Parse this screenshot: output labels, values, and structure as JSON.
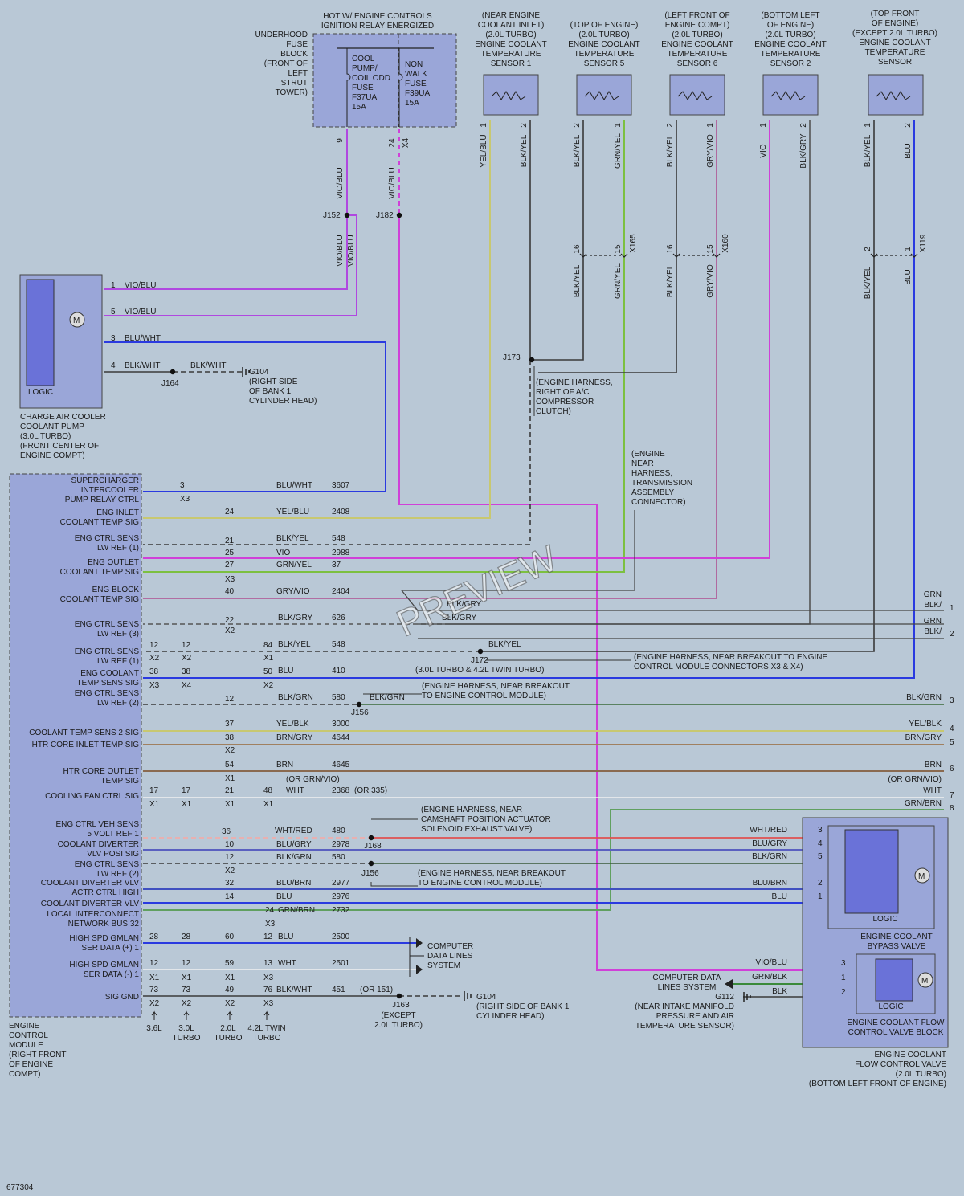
{
  "fuse_block": {
    "header": [
      "HOT W/ ENGINE CONTROLS",
      "IGNITION RELAY ENERGIZED"
    ],
    "location": [
      "UNDERHOOD",
      "FUSE",
      "BLOCK",
      "(FRONT OF",
      "LEFT",
      "STRUT",
      "TOWER)"
    ],
    "fuse1": [
      "COOL",
      "PUMP/",
      "COIL ODD",
      "FUSE",
      "F37UA",
      "15A"
    ],
    "fuse2": [
      "NON",
      "WALK",
      "FUSE",
      "F39UA",
      "15A"
    ],
    "pin9": "9",
    "pin24": "24",
    "conn_x4": "X4",
    "wire1": "VIO/BLU",
    "wire2": "VIO/BLU"
  },
  "splices": {
    "j152": "J152",
    "j182": "J182",
    "j173": "J173",
    "j164": "J164",
    "j172": "J172",
    "j156a": "J156",
    "j168": "J168",
    "j156b": "J156",
    "j163": "J163"
  },
  "sensors": [
    {
      "desc": [
        "(NEAR ENGINE",
        "COOLANT INLET)",
        "(2.0L TURBO)",
        "ENGINE COOLANT",
        "TEMPERATURE",
        "SENSOR 1"
      ],
      "pins": [
        "1",
        "2"
      ],
      "wires": [
        "YEL/BLU",
        "BLK/YEL"
      ]
    },
    {
      "desc": [
        "(TOP OF ENGINE)",
        "(2.0L TURBO)",
        "ENGINE COOLANT",
        "TEMPERATURE",
        "SENSOR 5"
      ],
      "pins": [
        "2",
        "1"
      ],
      "wires": [
        "BLK/YEL",
        "GRN/YEL"
      ]
    },
    {
      "desc": [
        "(LEFT FRONT OF",
        "ENGINE COMPT)",
        "(2.0L TURBO)",
        "ENGINE COOLANT",
        "TEMPERATURE",
        "SENSOR 6"
      ],
      "pins": [
        "2",
        "1"
      ],
      "wires": [
        "BLK/YEL",
        "GRY/VIO"
      ]
    },
    {
      "desc": [
        "(BOTTOM LEFT",
        "OF ENGINE)",
        "(2.0L TURBO)",
        "ENGINE COOLANT",
        "TEMPERATURE",
        "SENSOR 2"
      ],
      "pins": [
        "1",
        "2"
      ],
      "wires": [
        "VIO",
        "BLK/GRY"
      ]
    },
    {
      "desc": [
        "(TOP FRONT",
        "OF ENGINE)",
        "(EXCEPT 2.0L TURBO)",
        "ENGINE COOLANT",
        "TEMPERATURE",
        "SENSOR"
      ],
      "pins": [
        "1",
        "2"
      ],
      "wires": [
        "BLK/YEL",
        "BLU"
      ]
    }
  ],
  "inline_connectors": {
    "x165": {
      "name": "X165",
      "pins": [
        "16",
        "15"
      ],
      "wires": [
        "BLK/YEL",
        "GRN/YEL"
      ]
    },
    "x160": {
      "name": "X160",
      "pins": [
        "16",
        "15"
      ],
      "wires": [
        "BLK/YEL",
        "GRY/VIO"
      ]
    },
    "x119": {
      "name": "X119",
      "pins": [
        "2",
        "1"
      ],
      "wires": [
        "BLK/YEL",
        "BLU"
      ]
    }
  },
  "pump": {
    "pins": [
      "1",
      "5",
      "3",
      "4"
    ],
    "wires": [
      "VIO/BLU",
      "VIO/BLU",
      "BLU/WHT",
      "BLK/WHT"
    ],
    "ground_wire": "BLK/WHT",
    "logic": "LOGIC",
    "motor": "M",
    "name": [
      "CHARGE AIR COOLER",
      "COOLANT PUMP",
      "(3.0L TURBO)",
      "(FRONT CENTER OF",
      "ENGINE COMPT)"
    ],
    "ground": [
      "G104",
      "(RIGHT SIDE",
      "OF BANK 1",
      "CYLINDER HEAD)"
    ]
  },
  "j173_note": [
    "(ENGINE HARNESS,",
    "RIGHT OF A/C",
    "COMPRESSOR",
    "CLUTCH)"
  ],
  "trans_note": [
    "(ENGINE",
    "NEAR",
    "HARNESS,",
    "TRANSMISSION",
    "ASSEMBLY",
    "CONNECTOR)"
  ],
  "ecm": {
    "labels": [
      [
        "SUPERCHARGER",
        "INTERCOOLER",
        "PUMP RELAY CTRL"
      ],
      [
        "ENG INLET",
        "COOLANT TEMP SIG"
      ],
      [
        "ENG CTRL SENS",
        "LW REF (1)"
      ],
      [
        "ENG OUTLET",
        "COOLANT TEMP SIG"
      ],
      [
        "ENG BLOCK",
        "COOLANT TEMP SIG"
      ],
      [
        "ENG CTRL SENS",
        "LW REF (3)"
      ],
      [
        "ENG CTRL SENS",
        "LW REF (1)"
      ],
      [
        "ENG COOLANT",
        "TEMP SENS SIG"
      ],
      [
        "ENG CTRL SENS",
        "LW REF (2)"
      ],
      [
        "COOLANT TEMP SENS 2 SIG"
      ],
      [
        "HTR CORE INLET TEMP SIG"
      ],
      [
        "HTR CORE OUTLET",
        "TEMP SIG"
      ],
      [
        "COOLING FAN CTRL SIG"
      ],
      [
        "ENG CTRL VEH SENS",
        "5 VOLT REF 1"
      ],
      [
        "COOLANT DIVERTER",
        "VLV POSI SIG"
      ],
      [
        "ENG CTRL SENS",
        "LW REF (2)"
      ],
      [
        "COOLANT DIVERTER VLV",
        "ACTR CTRL HIGH"
      ],
      [
        "COOLANT DIVERTER VLV"
      ],
      [
        "LOCAL INTERCONNECT",
        "NETWORK BUS 32"
      ],
      [
        "HIGH SPD GMLAN",
        "SER DATA (+) 1"
      ],
      [
        "HIGH SPD GMLAN",
        "SER DATA (-) 1"
      ],
      [
        "SIG GND"
      ]
    ],
    "name": [
      "ENGINE",
      "CONTROL",
      "MODULE",
      "(RIGHT FRONT",
      "OF ENGINE",
      "COMPT)"
    ],
    "variants": [
      [
        "3.6L"
      ],
      [
        "3.0L",
        "TURBO"
      ],
      [
        "2.0L",
        "TURBO"
      ],
      [
        "4.2L TWIN",
        "TURBO"
      ]
    ]
  },
  "circuits": [
    {
      "wire": "BLU/WHT",
      "circuit": "3607"
    },
    {
      "wire": "YEL/BLU",
      "circuit": "2408"
    },
    {
      "wire": "BLK/YEL",
      "circuit": "548"
    },
    {
      "wire": "VIO",
      "circuit": "2988"
    },
    {
      "wire": "GRN/YEL",
      "circuit": "37"
    },
    {
      "wire": "GRY/VIO",
      "circuit": "2404"
    },
    {
      "wire": "BLK/GRY",
      "circuit": "626"
    },
    {
      "wire": "BLK/YEL",
      "circuit": "548"
    },
    {
      "wire": "BLU",
      "circuit": "410"
    },
    {
      "wire": "BLK/GRN",
      "circuit": "580"
    },
    {
      "wire": "YEL/BLK",
      "circuit": "3000"
    },
    {
      "wire": "BRN/GRY",
      "circuit": "4644"
    },
    {
      "wire": "BRN",
      "circuit": "4645"
    },
    {
      "wire": "WHT",
      "circuit": "2368"
    },
    {
      "wire": "WHT/RED",
      "circuit": "480"
    },
    {
      "wire": "BLU/GRY",
      "circuit": "2978"
    },
    {
      "wire": "BLK/GRN",
      "circuit": "580"
    },
    {
      "wire": "BLU/BRN",
      "circuit": "2977"
    },
    {
      "wire": "BLU",
      "circuit": "2976"
    },
    {
      "wire": "GRN/BRN",
      "circuit": "2732"
    },
    {
      "wire": "BLU",
      "circuit": "2500"
    },
    {
      "wire": "WHT",
      "circuit": "2501"
    },
    {
      "wire": "BLK/WHT",
      "circuit": "451"
    }
  ],
  "alt_texts": {
    "or_grnvio": "(OR GRN/VIO)",
    "or335": "(OR 335)",
    "or151": "(OR 151)"
  },
  "pins": {
    "p3": "3",
    "p24": "24",
    "p21": "21",
    "p25": "25",
    "p27": "27",
    "p40": "40",
    "p22": "22",
    "p12a": "12",
    "p12b": "12",
    "p84": "84",
    "p38a": "38",
    "p38b": "38",
    "p50": "50",
    "p12c": "12",
    "p37": "37",
    "p38c": "38",
    "p54": "54",
    "p17a": "17",
    "p17b": "17",
    "p21b": "21",
    "p48": "48",
    "p36": "36",
    "p10": "10",
    "p12d": "12",
    "p32": "32",
    "p14": "14",
    "p24b": "24",
    "p28a": "28",
    "p28b": "28",
    "p60": "60",
    "p12e": "12",
    "p12f": "12",
    "p12g": "12",
    "p59": "59",
    "p13": "13",
    "p73a": "73",
    "p73b": "73",
    "p49": "49",
    "p76": "76"
  },
  "connectors": {
    "x1": "X1",
    "x2": "X2",
    "x3": "X3",
    "x4": "X4"
  },
  "right_labels": {
    "grn1": "GRN",
    "blk1": "BLK/",
    "n1": "1",
    "grn2": "GRN",
    "blk2": "BLK/",
    "n2": "2",
    "blkgrn": "BLK/GRN",
    "n3": "3",
    "yelblk": "YEL/BLK",
    "n4": "4",
    "brngry": "BRN/GRY",
    "n5": "5",
    "brn": "BRN",
    "n6": "6",
    "orgrnvio": "(OR GRN/VIO)",
    "wht": "WHT",
    "n7": "7",
    "grnbrn": "GRN/BRN",
    "n8": "8",
    "blkgry_a": "BLK/GRY",
    "blkgry_b": "BLK/GRY",
    "blkyel_j172": "BLK/YEL",
    "blkgrn_j156": "BLK/GRN"
  },
  "notes": {
    "j172": [
      "(ENGINE HARNESS, NEAR BREAKOUT TO ENGINE",
      "CONTROL MODULE CONNECTORS X3 & X4)"
    ],
    "j172_variants": "(3.0L TURBO & 4.2L TWIN TURBO)",
    "j156": [
      "(ENGINE HARNESS, NEAR BREAKOUT",
      "TO ENGINE CONTROL MODULE)"
    ],
    "j168": [
      "(ENGINE HARNESS, NEAR",
      "CAMSHAFT POSITION ACTUATOR",
      "SOLENOID EXHAUST VALVE)"
    ],
    "j156b": [
      "(ENGINE HARNESS, NEAR BREAKOUT",
      "TO ENGINE CONTROL MODULE)"
    ],
    "data_lines": [
      "COMPUTER",
      "DATA LINES",
      "SYSTEM"
    ],
    "g104": [
      "G104",
      "(RIGHT SIDE OF BANK 1",
      "CYLINDER HEAD)"
    ],
    "j163": [
      "(EXCEPT",
      "2.0L TURBO)"
    ]
  },
  "bypass_valve": {
    "wires": [
      "WHT/RED",
      "BLU/GRY",
      "BLK/GRN",
      "BLU/BRN",
      "BLU"
    ],
    "pins": [
      "3",
      "4",
      "5",
      "2",
      "1"
    ],
    "logic": "LOGIC",
    "motor": "M",
    "name": [
      "ENGINE COOLANT",
      "BYPASS VALVE"
    ]
  },
  "flow_valve": {
    "wires": [
      "VIO/BLU",
      "GRN/BLK",
      "BLK"
    ],
    "pins": [
      "3",
      "1",
      "2"
    ],
    "logic": "LOGIC",
    "motor": "M",
    "block_name": [
      "ENGINE COOLANT FLOW",
      "CONTROL VALVE BLOCK"
    ],
    "data": [
      "COMPUTER DATA",
      "LINES SYSTEM"
    ],
    "g112": [
      "G112",
      "(NEAR INTAKE MANIFOLD",
      "PRESSURE AND AIR",
      "TEMPERATURE SENSOR)"
    ],
    "name": [
      "ENGINE COOLANT",
      "FLOW CONTROL VALVE",
      "(2.0L TURBO)",
      "(BOTTOM LEFT FRONT OF ENGINE)"
    ]
  },
  "figure_id": "677304",
  "watermark": "PREVIEW",
  "colors": {
    "background": "#b9c8d6",
    "component": "#9aa6d8",
    "logic": "#6a72d8",
    "vio": "#d040d8",
    "vio_blu": "#b048e0",
    "blu": "#2a3ae0",
    "yel": "#c8c870",
    "grn_yel": "#7cc040",
    "gry": "#666666",
    "brn": "#8a6a50",
    "grn": "#60a060"
  }
}
